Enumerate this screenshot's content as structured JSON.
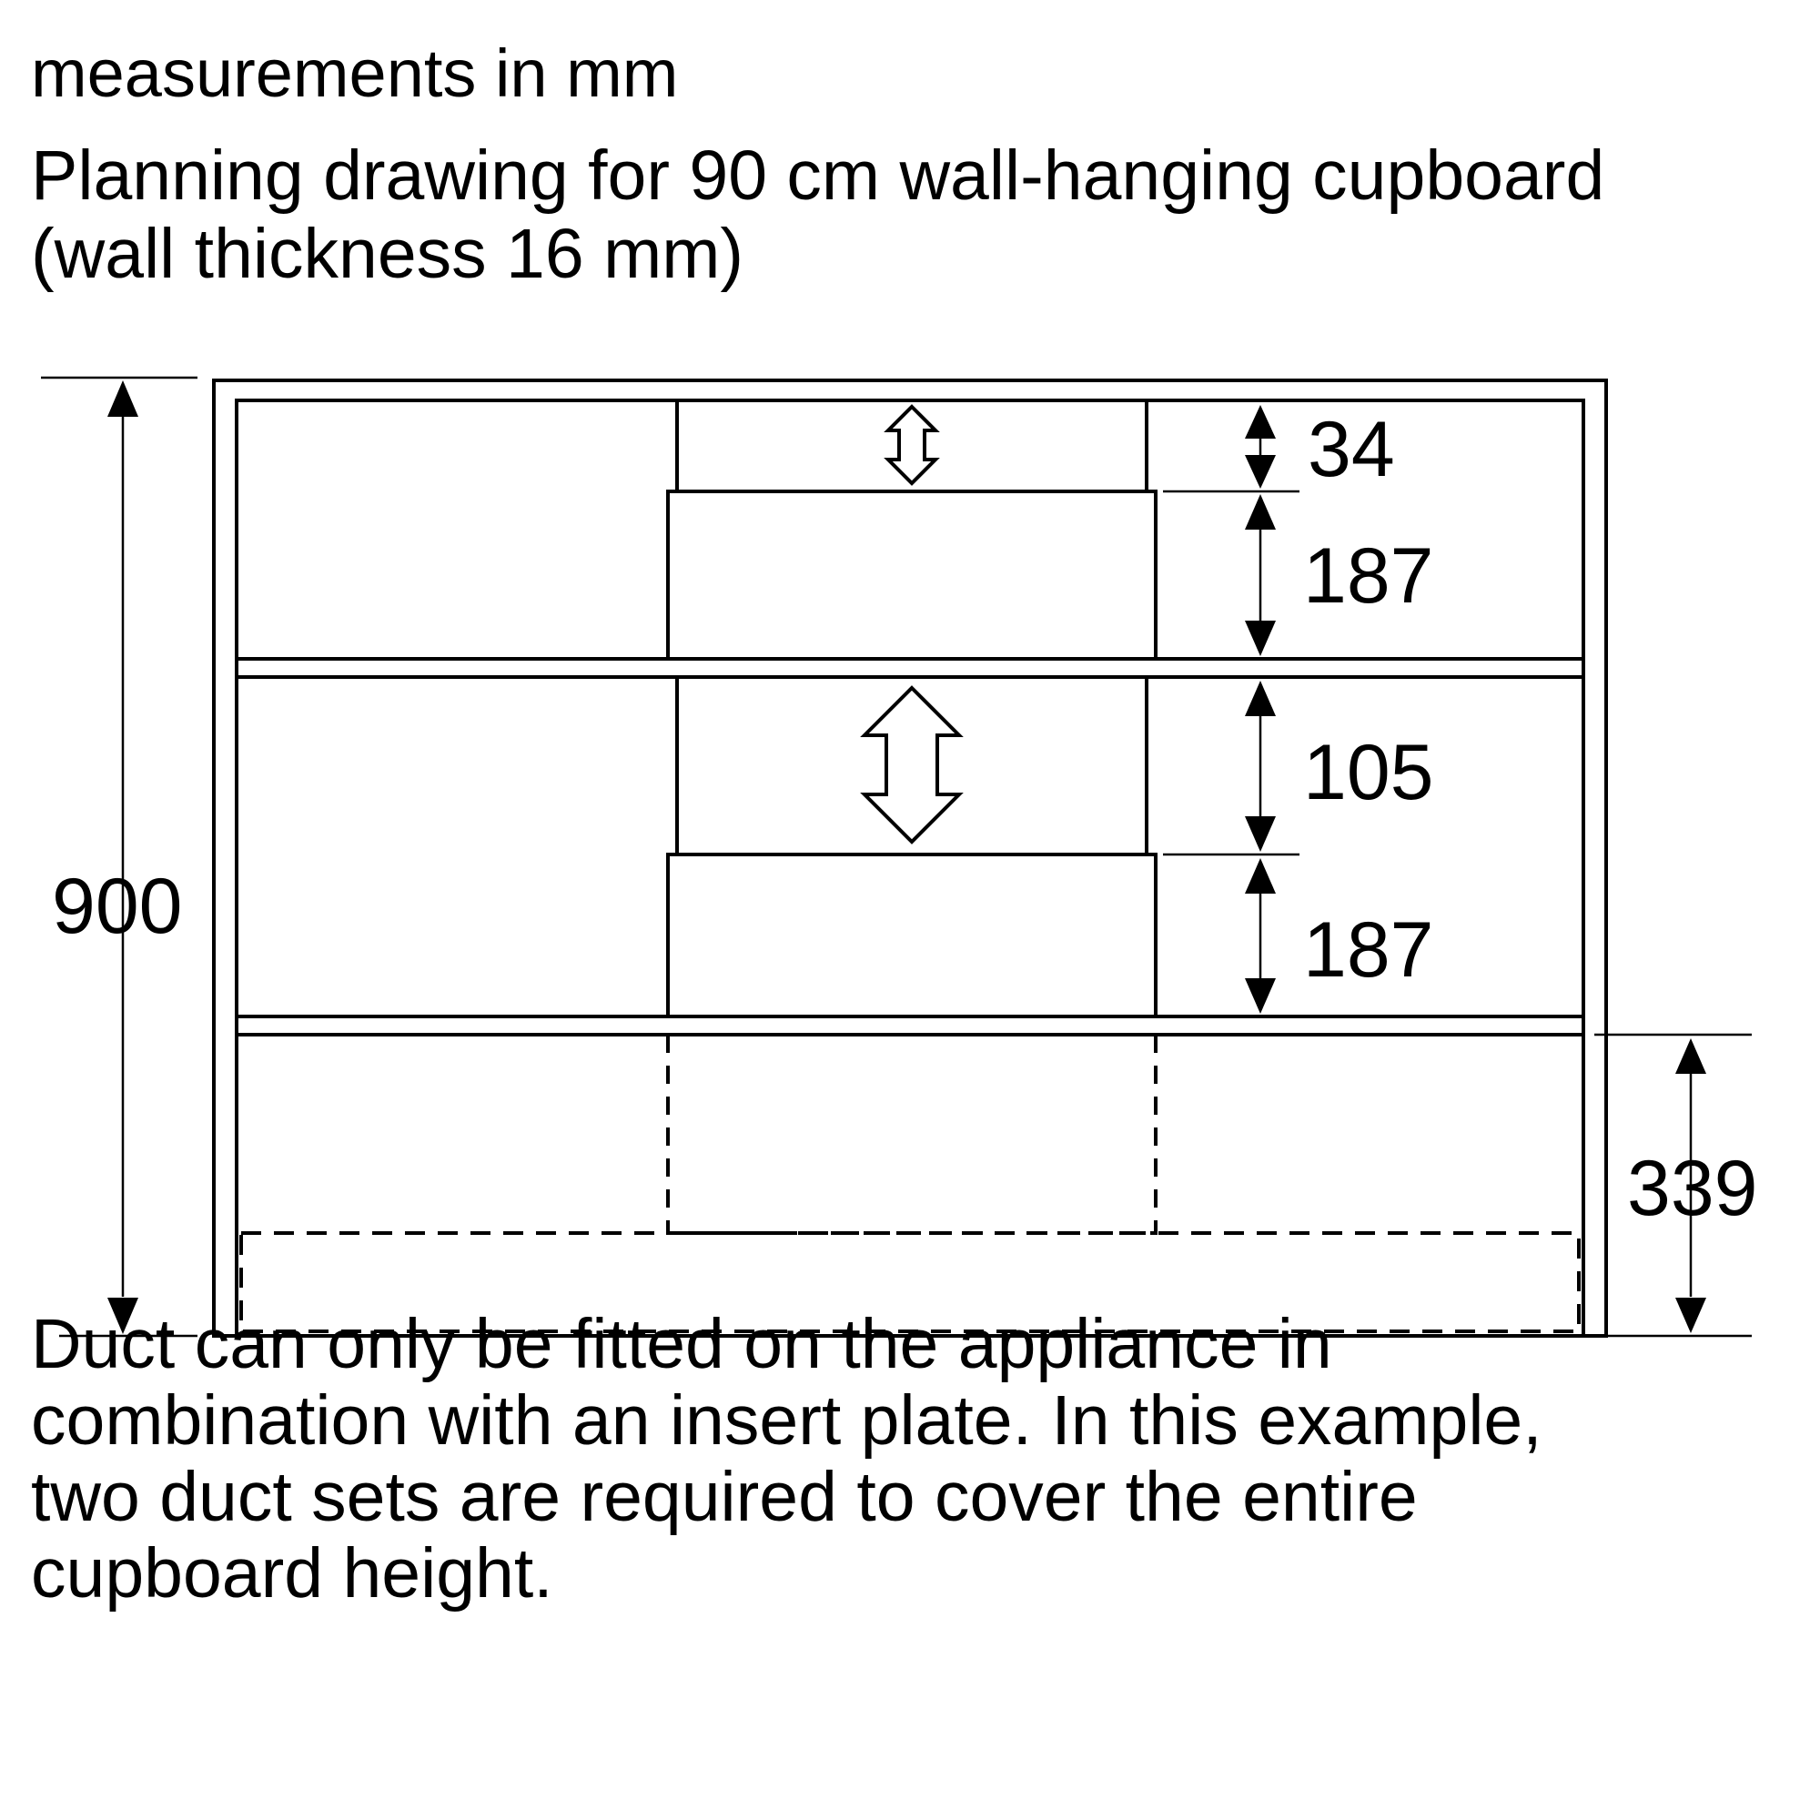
{
  "header": {
    "units_note": "measurements in mm",
    "title_line1": "Planning drawing for 90 cm wall-hanging cupboard",
    "title_line2": "(wall thickness 16 mm)"
  },
  "dimensions": {
    "total_height": "900",
    "top_gap": "34",
    "top_duct": "187",
    "middle_gap": "105",
    "middle_duct": "187",
    "bottom_section": "339"
  },
  "footer": {
    "line1": "Duct can only be fitted on the appliance in",
    "line2": "combination with an insert plate. In this example,",
    "line3": "two duct sets are required to cover the entire",
    "line4": "cupboard height."
  }
}
